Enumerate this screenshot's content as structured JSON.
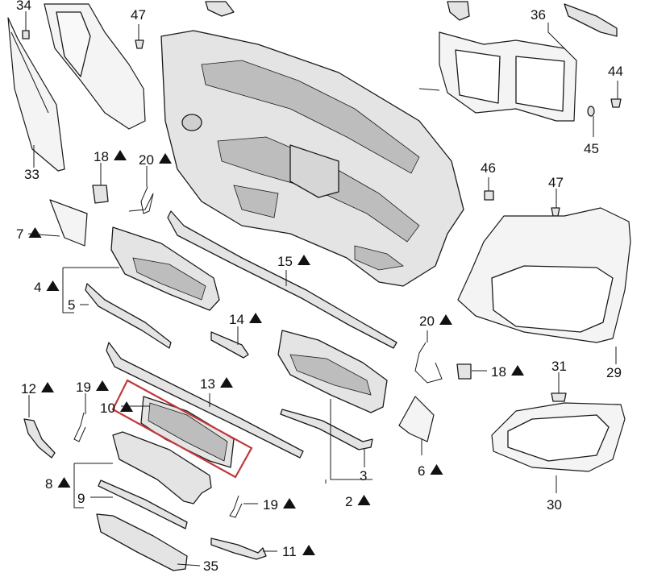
{
  "diagram": {
    "highlight_color": "#c0393b",
    "labels": [
      {
        "key": "p34",
        "text": "34",
        "warn": false
      },
      {
        "key": "p47a",
        "text": "47",
        "warn": false
      },
      {
        "key": "p36",
        "text": "36",
        "warn": false
      },
      {
        "key": "p44",
        "text": "44",
        "warn": false
      },
      {
        "key": "p45",
        "text": "45",
        "warn": false
      },
      {
        "key": "p33",
        "text": "33",
        "warn": false
      },
      {
        "key": "p18a",
        "text": "18",
        "warn": true
      },
      {
        "key": "p20a",
        "text": "20",
        "warn": true
      },
      {
        "key": "p46",
        "text": "46",
        "warn": false
      },
      {
        "key": "p47b",
        "text": "47",
        "warn": false
      },
      {
        "key": "p7",
        "text": "7",
        "warn": true
      },
      {
        "key": "p15",
        "text": "15",
        "warn": true
      },
      {
        "key": "p4",
        "text": "4",
        "warn": true
      },
      {
        "key": "p5",
        "text": "5",
        "warn": false
      },
      {
        "key": "p14",
        "text": "14",
        "warn": true
      },
      {
        "key": "p20b",
        "text": "20",
        "warn": true
      },
      {
        "key": "p18b",
        "text": "18",
        "warn": true
      },
      {
        "key": "p29",
        "text": "29",
        "warn": false
      },
      {
        "key": "p12",
        "text": "12",
        "warn": true
      },
      {
        "key": "p19a",
        "text": "19",
        "warn": true
      },
      {
        "key": "p13",
        "text": "13",
        "warn": true
      },
      {
        "key": "p10",
        "text": "10",
        "warn": true
      },
      {
        "key": "p31",
        "text": "31",
        "warn": false
      },
      {
        "key": "p8",
        "text": "8",
        "warn": true
      },
      {
        "key": "p9",
        "text": "9",
        "warn": false
      },
      {
        "key": "p6",
        "text": "6",
        "warn": true
      },
      {
        "key": "p3",
        "text": "3",
        "warn": false
      },
      {
        "key": "p2",
        "text": "2",
        "warn": true
      },
      {
        "key": "p30",
        "text": "30",
        "warn": false
      },
      {
        "key": "p19b",
        "text": "19",
        "warn": true
      },
      {
        "key": "p11",
        "text": "11",
        "warn": true
      },
      {
        "key": "p35",
        "text": "35",
        "warn": false
      }
    ]
  }
}
